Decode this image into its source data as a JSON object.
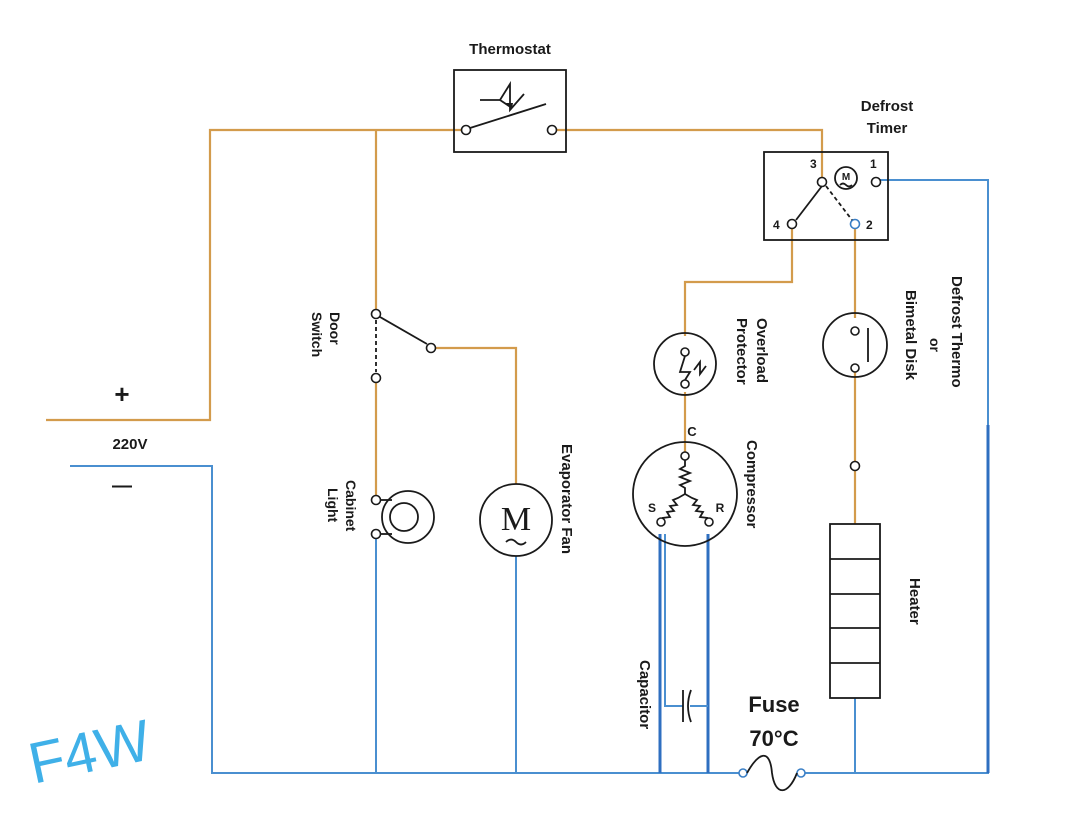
{
  "labels": {
    "thermostat": "Thermostat",
    "defrost_timer_1": "Defrost",
    "defrost_timer_2": "Timer",
    "timer_pin_1": "1",
    "timer_pin_2": "2",
    "timer_pin_3": "3",
    "timer_pin_4": "4",
    "plus": "+",
    "minus": "—",
    "voltage": "220V",
    "door_switch_1": "Door",
    "door_switch_2": "Switch",
    "cabinet_light_1": "Cabinet",
    "cabinet_light_2": "Light",
    "evaporator_fan": "Evaporator Fan",
    "fan_motor": "M",
    "overload_1": "Overload",
    "overload_2": "Protector",
    "compressor": "Compressor",
    "comp_c": "C",
    "comp_s": "S",
    "comp_r": "R",
    "capacitor": "Capacitor",
    "fuse_1": "Fuse",
    "fuse_2": "70°C",
    "heater": "Heater",
    "defrost_thermo_1": "Defrost Thermo",
    "defrost_thermo_2": "or",
    "defrost_thermo_3": "Bimetal Disk",
    "watermark": "F4W"
  },
  "colors": {
    "live_wire": "#d39b4c",
    "neutral_wire": "#4a8fd0",
    "watermark": "#3fb0e8"
  }
}
